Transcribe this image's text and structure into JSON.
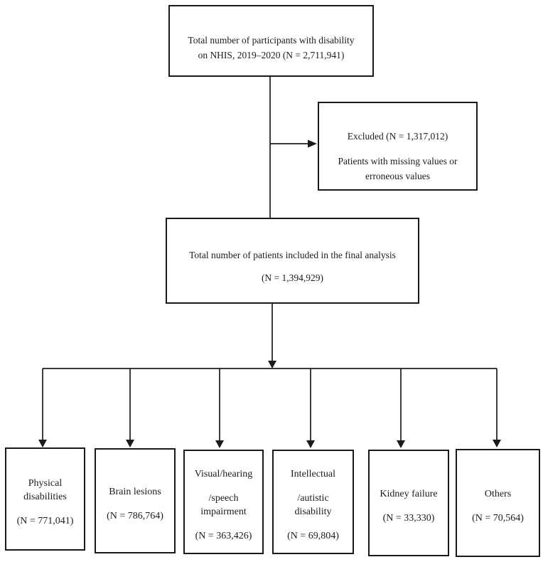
{
  "colors": {
    "background": "#ffffff",
    "line": "#1b1b1b",
    "text": "#1c1c1c"
  },
  "flowchart": {
    "top_box": {
      "line1": "Total number of participants with disability",
      "line2": "on NHIS, 2019–2020 (N = 2,711,941)"
    },
    "excluded_box": {
      "title": "Excluded (N = 1,317,012)",
      "reason_line1": "Patients with missing values or",
      "reason_line2": "erroneous values"
    },
    "final_box": {
      "line1": "Total number of patients included in the final analysis",
      "n": "(N = 1,394,929)"
    },
    "categories": [
      {
        "line1": "Physical",
        "line2": "disabilities",
        "n": "(N = 771,041)"
      },
      {
        "line1": "Brain lesions",
        "n": "(N = 786,764)"
      },
      {
        "line1": "Visual/hearing",
        "line2": "/speech",
        "line3": "impairment",
        "n": "(N = 363,426)"
      },
      {
        "line1": "Intellectual",
        "line2": "/autistic",
        "line3": "disability",
        "n": "(N = 69,804)"
      },
      {
        "line1": "Kidney failure",
        "n": "(N = 33,330)"
      },
      {
        "line1": "Others",
        "n": "(N = 70,564)"
      }
    ]
  }
}
